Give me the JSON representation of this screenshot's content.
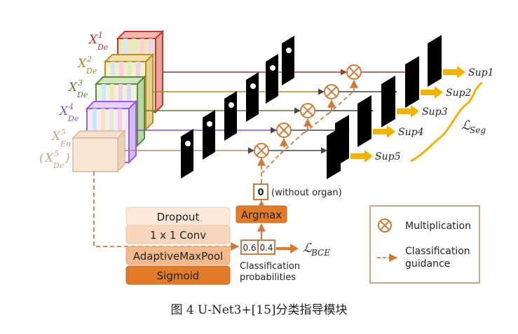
{
  "labels": {
    "x_de1_main": "X",
    "x_de1_sup": "1",
    "x_de1_sub": "De",
    "x_de2_main": "X",
    "x_de2_sup": "2",
    "x_de2_sub": "De",
    "x_de3_main": "X",
    "x_de3_sup": "3",
    "x_de3_sub": "De",
    "x_de4_main": "X",
    "x_de4_sup": "4",
    "x_de4_sub": "De",
    "x_en5_main": "X",
    "x_en5_sup": "5",
    "x_en5_sub": "En",
    "x_de5_open": "(",
    "x_de5_main": "X",
    "x_de5_sup": "5",
    "x_de5_sub": "De",
    "x_de5_close": ")"
  },
  "sup_labels": [
    "Sup1",
    "Sup2",
    "Sup3",
    "Sup4",
    "Sup5"
  ],
  "loss_seg": {
    "symbol": "ℒ",
    "sub": "Seg"
  },
  "loss_bce": {
    "symbol": "ℒ",
    "sub": "BCE"
  },
  "classifier": {
    "stack": [
      "Dropout",
      "1 x 1 Conv",
      "AdaptiveMaxPool",
      "Sigmoid"
    ],
    "argmax": "Argmax",
    "output_value": "0",
    "output_note": "(without organ)",
    "prob_values": [
      "0.6",
      "0.4"
    ],
    "prob_caption_line1": "Classification",
    "prob_caption_line2": "probabilities"
  },
  "legend": {
    "multiplication": "Multiplication",
    "guidance_line1": "Classification",
    "guidance_line2": "guidance"
  },
  "caption": "图 4    U-Net3+[15]分类指导模块",
  "colors": {
    "orange": "#e07b2a",
    "orange_dark": "#c8651c",
    "dashed": "#c98a54",
    "gold": "#f0b400",
    "de1": "#c0392b",
    "de2": "#b8902a",
    "de3": "#5a8a3a",
    "de4": "#9b5de5",
    "en5": "#d9b99b"
  }
}
